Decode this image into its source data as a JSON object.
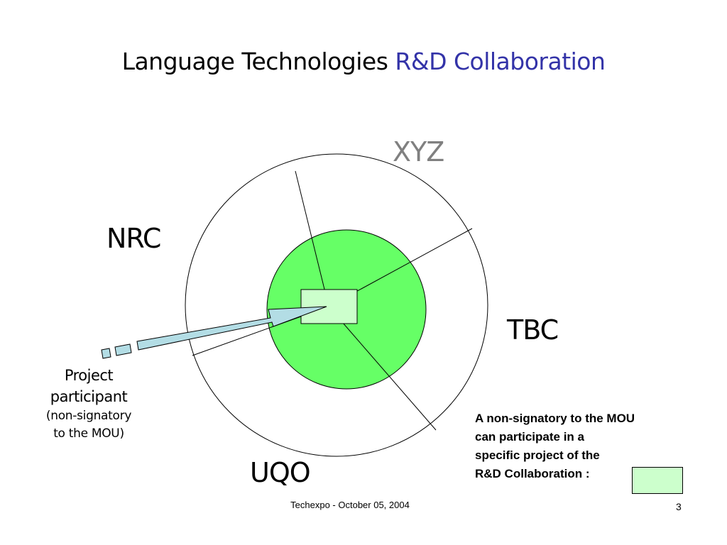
{
  "slide": {
    "title_main": "Language Technologies",
    "title_accent": "R&D Collaboration",
    "footer": "Techexpo - October 05, 2004",
    "page_number": "3"
  },
  "diagram": {
    "labels": {
      "xyz": "XYZ",
      "nrc": "NRC",
      "tbc": "TBC",
      "uqo": "UQO"
    },
    "participant": {
      "line1": "Project",
      "line2": "participant",
      "line3": "(non-signatory",
      "line4": "to the MOU)"
    },
    "note": {
      "line1": "A non-signatory to the MOU",
      "line2": "can participate in a",
      "line3": "specific project of the",
      "line4": "R&D Collaboration :"
    },
    "colors": {
      "inner_circle": "#66ff66",
      "project_box": "#ccffcc",
      "arrow": "#b3dde5",
      "title_accent": "#3333a8",
      "xyz_label": "#808080"
    }
  }
}
